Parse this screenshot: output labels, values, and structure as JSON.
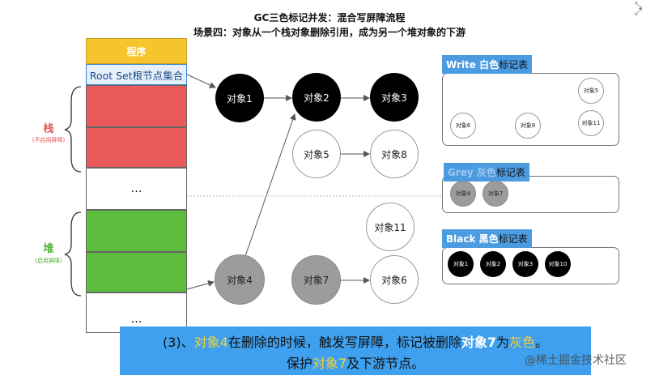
{
  "title_line1": "GC三色标记并发：混合写屏障流程",
  "title_line2": "场景四：对象从一个栈对象删除引用，成为另一个堆对象的下游",
  "program_label": "程序",
  "root_set_label": "Root Set根节点集合",
  "stack_label": "栈",
  "stack_sublabel": "(不启用屏障)",
  "heap_label": "堆",
  "heap_sublabel": "(启用屏障)",
  "ellipsis": "…",
  "nodes": {
    "obj1": "对象1",
    "obj2": "对象2",
    "obj3": "对象3",
    "obj5": "对象5",
    "obj8": "对象8",
    "obj11": "对象11",
    "obj4": "对象4",
    "obj7": "对象7",
    "obj6": "对象6"
  },
  "colors": {
    "white": "#ffffff",
    "gray": "#9c9c9c",
    "black": "#000000",
    "stack_red": "#ea5a5a",
    "heap_green": "#5cbd3c",
    "accent_blue": "#4b9be0"
  },
  "white_table": {
    "title_prefix": "Write 白色",
    "title_suffix": "标记表",
    "items": [
      "对象5",
      "对象6",
      "对象8",
      "对象11"
    ]
  },
  "grey_table": {
    "title_prefix": "Grey 灰色",
    "title_suffix": "标记表",
    "items": [
      "对象4",
      "对象7"
    ]
  },
  "black_table": {
    "title_prefix": "Black 黑色",
    "title_suffix": "标记表",
    "items": [
      "对象1",
      "对象2",
      "对象3",
      "对象10"
    ]
  },
  "caption": {
    "l1a": "(3)、",
    "l1b": "对象4",
    "l1c": "在删除的时候，触发写屏障，标记被删除",
    "l1d": "对象7",
    "l1e": "为",
    "l1f": "灰色",
    "l1g": "。",
    "l2a": "保护",
    "l2b": "对象7",
    "l2c": "及下游节点。"
  },
  "watermark": "@稀土掘金技术社区"
}
